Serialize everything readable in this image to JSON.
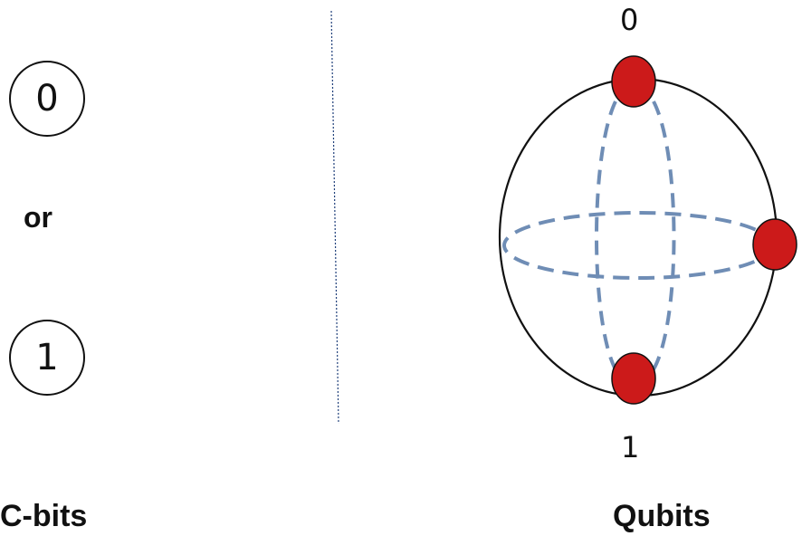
{
  "classical": {
    "bit_zero": "0",
    "bit_one": "1",
    "connector": "or",
    "caption": "C-bits"
  },
  "quantum": {
    "state_zero": "0",
    "state_one": "1",
    "caption": "Qubits"
  },
  "colors": {
    "outline": "#111111",
    "dashed_meridian": "#6f8db5",
    "state_point": "#cc1a1a",
    "divider": "#1f3f7a"
  }
}
